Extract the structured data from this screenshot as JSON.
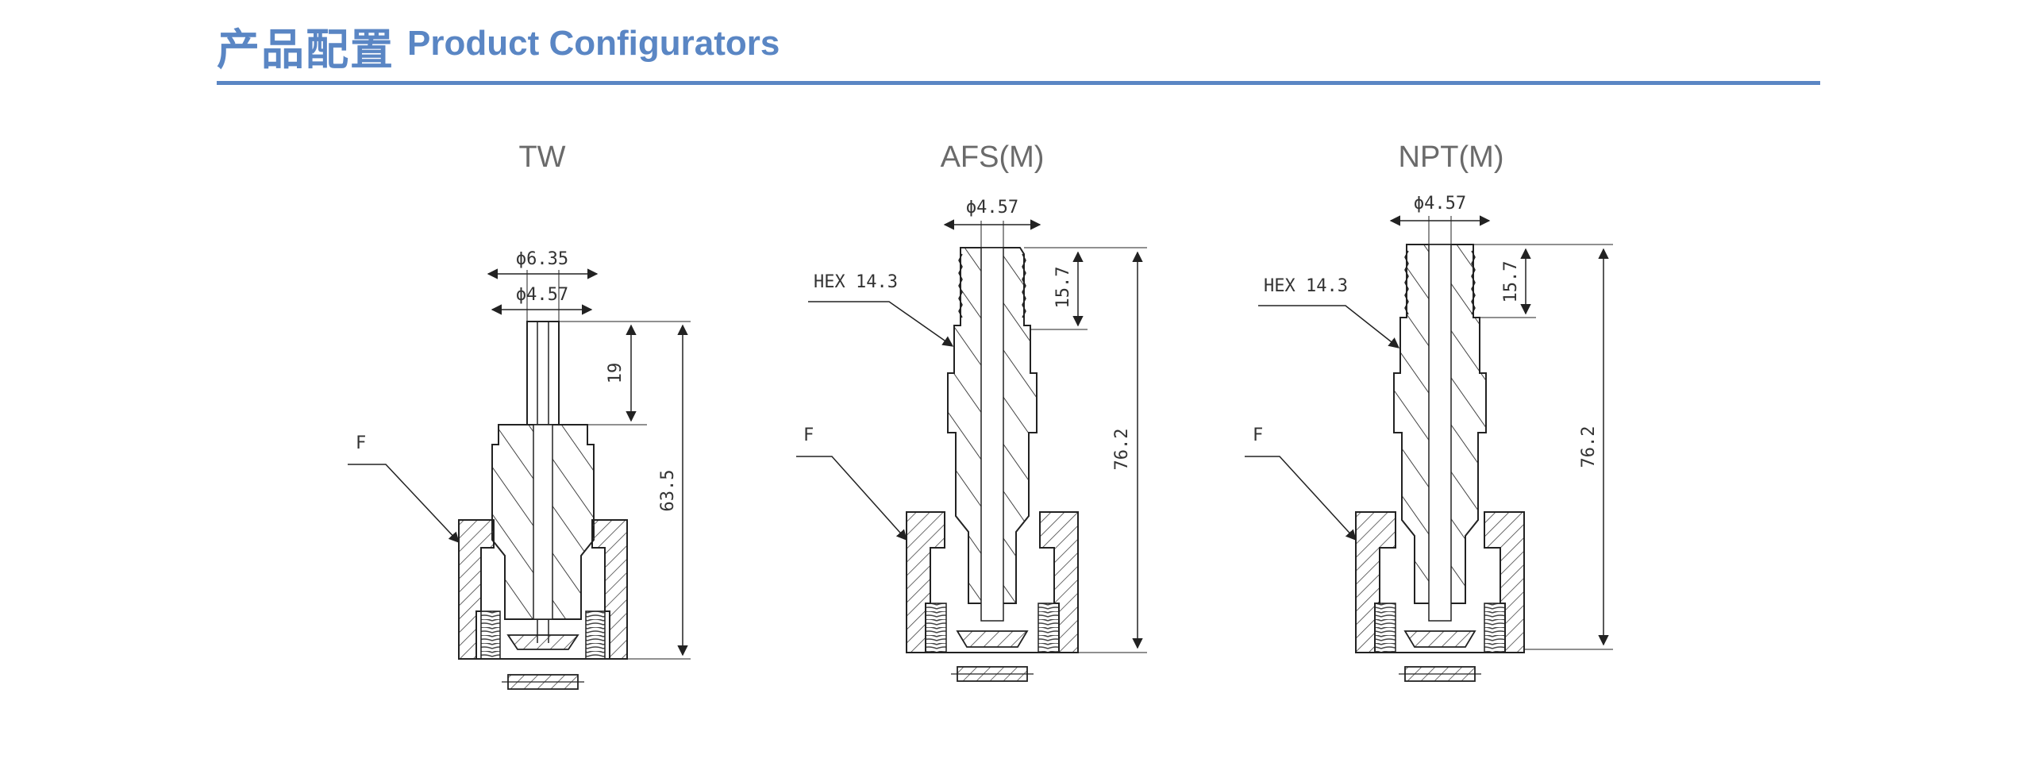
{
  "header": {
    "title_cn": "产品配置",
    "title_en": "Product Configurators",
    "accent_color": "#5a86c4"
  },
  "drawings": [
    {
      "title": "TW",
      "dimensions": {
        "top_outer_dia": "ϕ6.35",
        "top_inner_dia": "ϕ4.57",
        "upper_length": "19",
        "overall_length": "63.5"
      },
      "callouts": {
        "fitting": "F"
      }
    },
    {
      "title": "AFS(M)",
      "dimensions": {
        "top_inner_dia": "ϕ4.57",
        "upper_length": "15.7",
        "overall_length": "76.2"
      },
      "callouts": {
        "hex": "HEX 14.3",
        "fitting": "F"
      }
    },
    {
      "title": "NPT(M)",
      "dimensions": {
        "top_inner_dia": "ϕ4.57",
        "upper_length": "15.7",
        "overall_length": "76.2"
      },
      "callouts": {
        "hex": "HEX 14.3",
        "fitting": "F"
      }
    }
  ]
}
